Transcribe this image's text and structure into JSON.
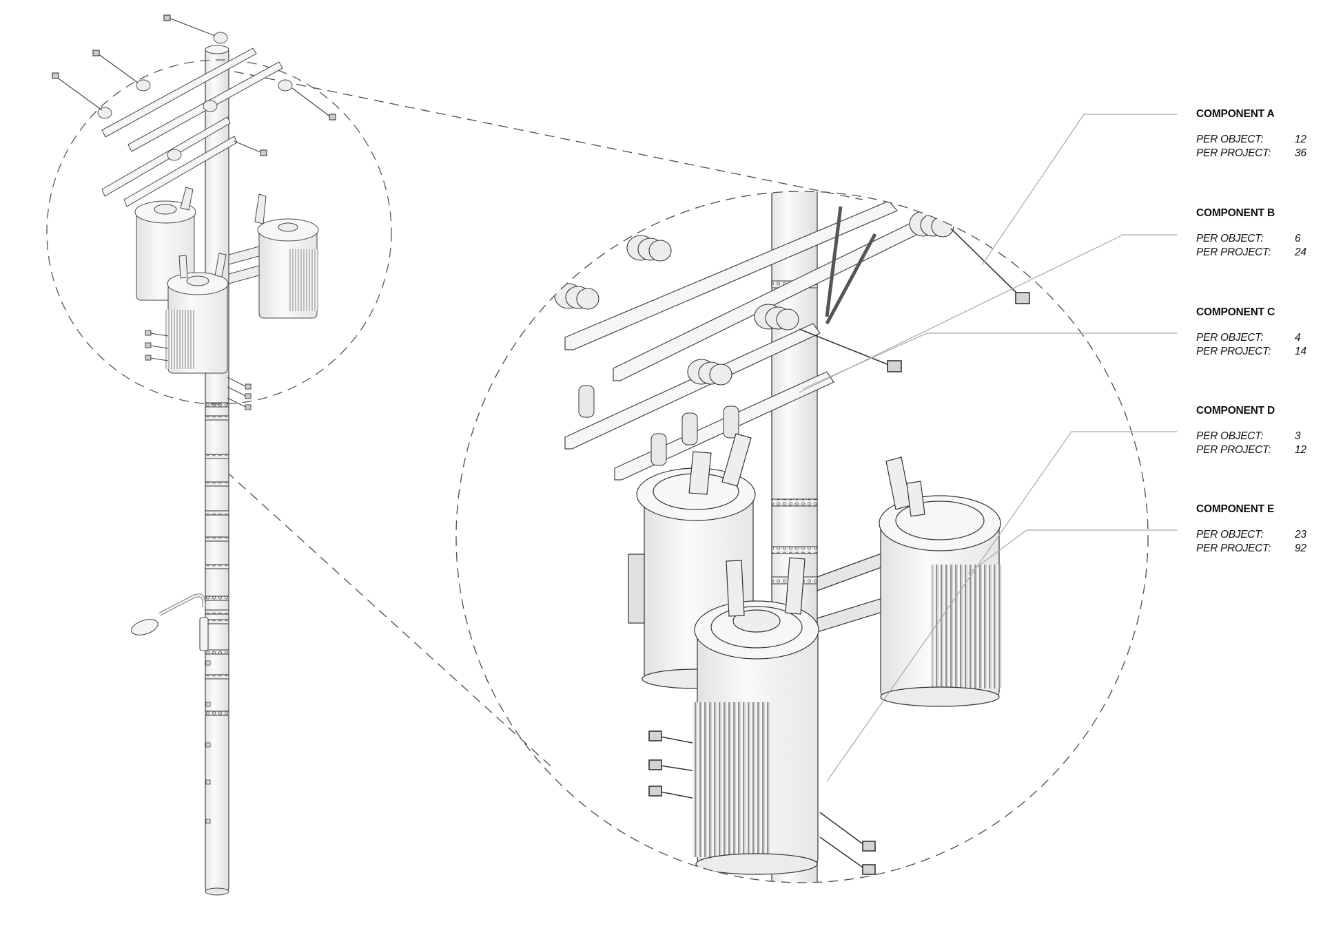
{
  "diagram": {
    "type": "exploded isometric component callout drawing",
    "subject": "utility pole with three pole-mounted transformers",
    "views": [
      {
        "name": "overview",
        "description": "full pole with crossarms, insulators, cutouts, streetlight, and three transformers"
      },
      {
        "name": "detail",
        "description": "enlarged circular detail of pole top and transformer bank"
      }
    ]
  },
  "legend": {
    "components": [
      {
        "id": "A",
        "title": "COMPONENT A",
        "per_object_label": "PER OBJECT:",
        "per_object": "12",
        "per_project_label": "PER PROJECT:",
        "per_project": "36"
      },
      {
        "id": "B",
        "title": "COMPONENT B",
        "per_object_label": "PER OBJECT:",
        "per_object": "6",
        "per_project_label": "PER PROJECT:",
        "per_project": "24"
      },
      {
        "id": "C",
        "title": "COMPONENT C",
        "per_object_label": "PER OBJECT:",
        "per_object": "4",
        "per_project_label": "PER PROJECT:",
        "per_project": "14"
      },
      {
        "id": "D",
        "title": "COMPONENT D",
        "per_object_label": "PER OBJECT:",
        "per_object": "3",
        "per_project_label": "PER PROJECT:",
        "per_project": "12"
      },
      {
        "id": "E",
        "title": "COMPONENT E",
        "per_object_label": "PER OBJECT:",
        "per_object": "23",
        "per_project_label": "PER PROJECT:",
        "per_project": "92"
      }
    ]
  },
  "colors": {
    "background": "#ffffff",
    "line": "#333333",
    "leader": "#a8a8a8",
    "dash": "#555555",
    "fill": "#f2f2f2",
    "shade": "#d9d9d9",
    "text": "#111111"
  }
}
